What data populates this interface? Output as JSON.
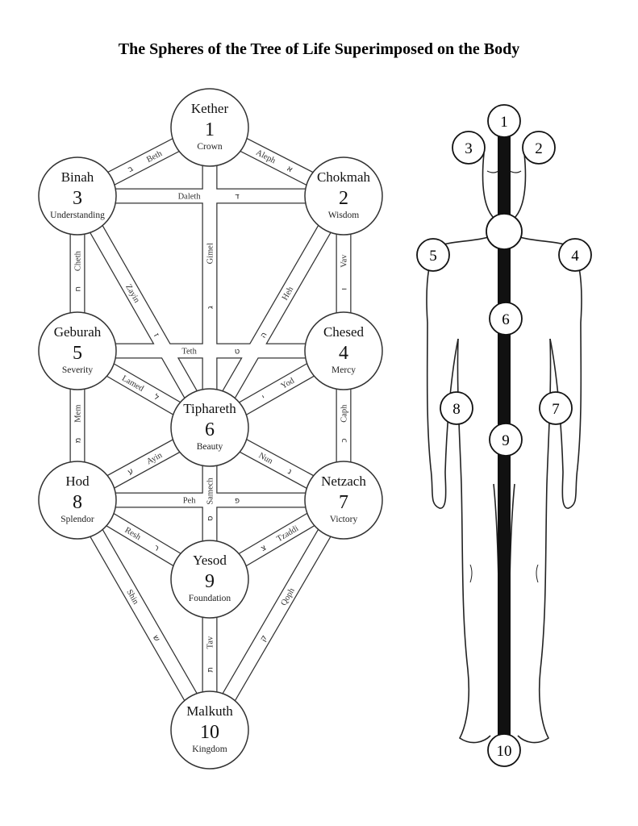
{
  "title": "The Spheres of the Tree of Life Superimposed on the Body",
  "tree": {
    "nodes": [
      {
        "name": "Kether",
        "number": "1",
        "title": "Crown"
      },
      {
        "name": "Chokmah",
        "number": "2",
        "title": "Wisdom"
      },
      {
        "name": "Binah",
        "number": "3",
        "title": "Understanding"
      },
      {
        "name": "Chesed",
        "number": "4",
        "title": "Mercy"
      },
      {
        "name": "Geburah",
        "number": "5",
        "title": "Severity"
      },
      {
        "name": "Tiphareth",
        "number": "6",
        "title": "Beauty"
      },
      {
        "name": "Netzach",
        "number": "7",
        "title": "Victory"
      },
      {
        "name": "Hod",
        "number": "8",
        "title": "Splendor"
      },
      {
        "name": "Yesod",
        "number": "9",
        "title": "Foundation"
      },
      {
        "name": "Malkuth",
        "number": "10",
        "title": "Kingdom"
      }
    ],
    "paths": [
      {
        "name": "Aleph",
        "letter": "א",
        "from": 1,
        "to": 2
      },
      {
        "name": "Beth",
        "letter": "ב",
        "from": 1,
        "to": 3
      },
      {
        "name": "Gimel",
        "letter": "ג",
        "from": 1,
        "to": 6
      },
      {
        "name": "Daleth",
        "letter": "ד",
        "from": 3,
        "to": 2
      },
      {
        "name": "Heh",
        "letter": "ה",
        "from": 2,
        "to": 6
      },
      {
        "name": "Vav",
        "letter": "ו",
        "from": 2,
        "to": 4
      },
      {
        "name": "Zayin",
        "letter": "ז",
        "from": 3,
        "to": 6
      },
      {
        "name": "Cheth",
        "letter": "ח",
        "from": 3,
        "to": 5
      },
      {
        "name": "Teth",
        "letter": "ט",
        "from": 5,
        "to": 4
      },
      {
        "name": "Yod",
        "letter": "י",
        "from": 4,
        "to": 6
      },
      {
        "name": "Caph",
        "letter": "כ",
        "from": 4,
        "to": 7
      },
      {
        "name": "Lamed",
        "letter": "ל",
        "from": 5,
        "to": 6
      },
      {
        "name": "Mem",
        "letter": "מ",
        "from": 5,
        "to": 8
      },
      {
        "name": "Nun",
        "letter": "נ",
        "from": 6,
        "to": 7
      },
      {
        "name": "Samech",
        "letter": "ס",
        "from": 6,
        "to": 9
      },
      {
        "name": "Ayin",
        "letter": "ע",
        "from": 6,
        "to": 8
      },
      {
        "name": "Peh",
        "letter": "פ",
        "from": 8,
        "to": 7
      },
      {
        "name": "Tzaddi",
        "letter": "צ",
        "from": 7,
        "to": 9
      },
      {
        "name": "Qoph",
        "letter": "ק",
        "from": 7,
        "to": 10
      },
      {
        "name": "Resh",
        "letter": "ר",
        "from": 8,
        "to": 9
      },
      {
        "name": "Shin",
        "letter": "ש",
        "from": 8,
        "to": 10
      },
      {
        "name": "Tav",
        "letter": "ת",
        "from": 9,
        "to": 10
      }
    ]
  },
  "body": {
    "markers": [
      "1",
      "2",
      "3",
      "4",
      "5",
      "6",
      "7",
      "8",
      "9",
      "10"
    ]
  }
}
